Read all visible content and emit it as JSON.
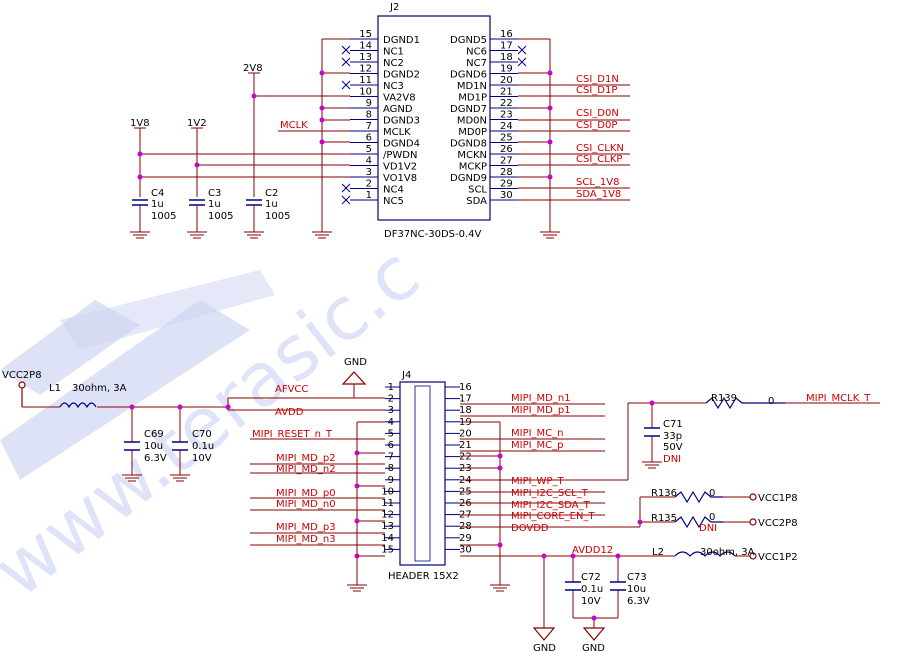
{
  "watermark": "www.terasic.c",
  "j2": {
    "ref": "J2",
    "part": "DF37NC-30DS-0.4V",
    "left_pins": [
      {
        "num": "15",
        "name": "DGND1"
      },
      {
        "num": "14",
        "name": "NC1"
      },
      {
        "num": "13",
        "name": "NC2"
      },
      {
        "num": "12",
        "name": "DGND2"
      },
      {
        "num": "11",
        "name": "NC3"
      },
      {
        "num": "10",
        "name": "VA2V8"
      },
      {
        "num": "9",
        "name": "AGND"
      },
      {
        "num": "8",
        "name": "DGND3"
      },
      {
        "num": "7",
        "name": "MCLK"
      },
      {
        "num": "6",
        "name": "DGND4"
      },
      {
        "num": "5",
        "name": "/PWDN"
      },
      {
        "num": "4",
        "name": "VD1V2"
      },
      {
        "num": "3",
        "name": "VO1V8"
      },
      {
        "num": "2",
        "name": "NC4"
      },
      {
        "num": "1",
        "name": "NC5"
      }
    ],
    "right_pins": [
      {
        "num": "16",
        "name": "DGND5"
      },
      {
        "num": "17",
        "name": "NC6"
      },
      {
        "num": "18",
        "name": "NC7"
      },
      {
        "num": "19",
        "name": "DGND6"
      },
      {
        "num": "20",
        "name": "MD1N"
      },
      {
        "num": "21",
        "name": "MD1P"
      },
      {
        "num": "22",
        "name": "DGND7"
      },
      {
        "num": "23",
        "name": "MD0N"
      },
      {
        "num": "24",
        "name": "MD0P"
      },
      {
        "num": "25",
        "name": "DGND8"
      },
      {
        "num": "26",
        "name": "MCKN"
      },
      {
        "num": "27",
        "name": "MCKP"
      },
      {
        "num": "28",
        "name": "DGND9"
      },
      {
        "num": "29",
        "name": "SCL"
      },
      {
        "num": "30",
        "name": "SDA"
      }
    ],
    "right_nets": [
      "CSI_D1N",
      "CSI_D1P",
      "CSI_D0N",
      "CSI_D0P",
      "CSI_CLKN",
      "CSI_CLKP",
      "SCL_1V8",
      "SDA_1V8"
    ],
    "mclk_net": "MCLK"
  },
  "rails": {
    "v18": "1V8",
    "v12": "1V2",
    "v28": "2V8"
  },
  "caps_top": [
    {
      "ref": "C4",
      "value": "1u",
      "size": "1005"
    },
    {
      "ref": "C3",
      "value": "1u",
      "size": "1005"
    },
    {
      "ref": "C2",
      "value": "1u",
      "size": "1005"
    }
  ],
  "j4": {
    "ref": "J4",
    "part": "HEADER 15X2",
    "left_nums": [
      "1",
      "2",
      "3",
      "4",
      "5",
      "6",
      "7",
      "8",
      "9",
      "10",
      "11",
      "12",
      "13",
      "14",
      "15"
    ],
    "right_nums": [
      "16",
      "17",
      "18",
      "19",
      "20",
      "21",
      "22",
      "23",
      "24",
      "25",
      "26",
      "27",
      "28",
      "29",
      "30"
    ],
    "left_nets": [
      "AFVCC",
      "AVDD",
      "MIPI_RESET_n_T",
      "MIPI_MD_p2",
      "MIPI_MD_n2",
      "MIPI_MD_p0",
      "MIPI_MD_n0",
      "MIPI_MD_p3",
      "MIPI_MD_n3"
    ],
    "right_nets": [
      "MIPI_MD_n1",
      "MIPI_MD_p1",
      "MIPI_MC_n",
      "MIPI_MC_p",
      "MIPI_WP_T",
      "MIPI_I2C_SCL_T",
      "MIPI_I2C_SDA_T",
      "MIPI_CORE_EN_T",
      "DOVDD",
      "AVDD12"
    ]
  },
  "bottom": {
    "vcc2p8": "VCC2P8",
    "l1_ref": "L1",
    "l1_val": "30ohm, 3A",
    "c69": {
      "ref": "C69",
      "value": "10u",
      "volt": "6.3V"
    },
    "c70": {
      "ref": "C70",
      "value": "0.1u",
      "volt": "10V"
    },
    "gnd": "GND",
    "c71": {
      "ref": "C71",
      "value": "33p",
      "volt": "50V",
      "note": "DNI"
    },
    "r139": {
      "ref": "R139",
      "value": "0"
    },
    "mclk_t": "MIPI_MCLK_T",
    "r136": {
      "ref": "R136",
      "value": "0"
    },
    "r135": {
      "ref": "R135",
      "value": "0",
      "note": "DNI"
    },
    "vcc1p8": "VCC1P8",
    "vcc2p8_r": "VCC2P8",
    "l2_ref": "L2",
    "l2_val": "30ohm, 3A",
    "vcc1p2": "VCC1P2",
    "c72": {
      "ref": "C72",
      "value": "0.1u",
      "volt": "10V"
    },
    "c73": {
      "ref": "C73",
      "value": "10u",
      "volt": "6.3V"
    }
  },
  "colors": {
    "wire": "#880000",
    "junction": "#cc00cc",
    "net": "#cc0000",
    "body": "#000080",
    "watermark": "#cfd5f3"
  }
}
